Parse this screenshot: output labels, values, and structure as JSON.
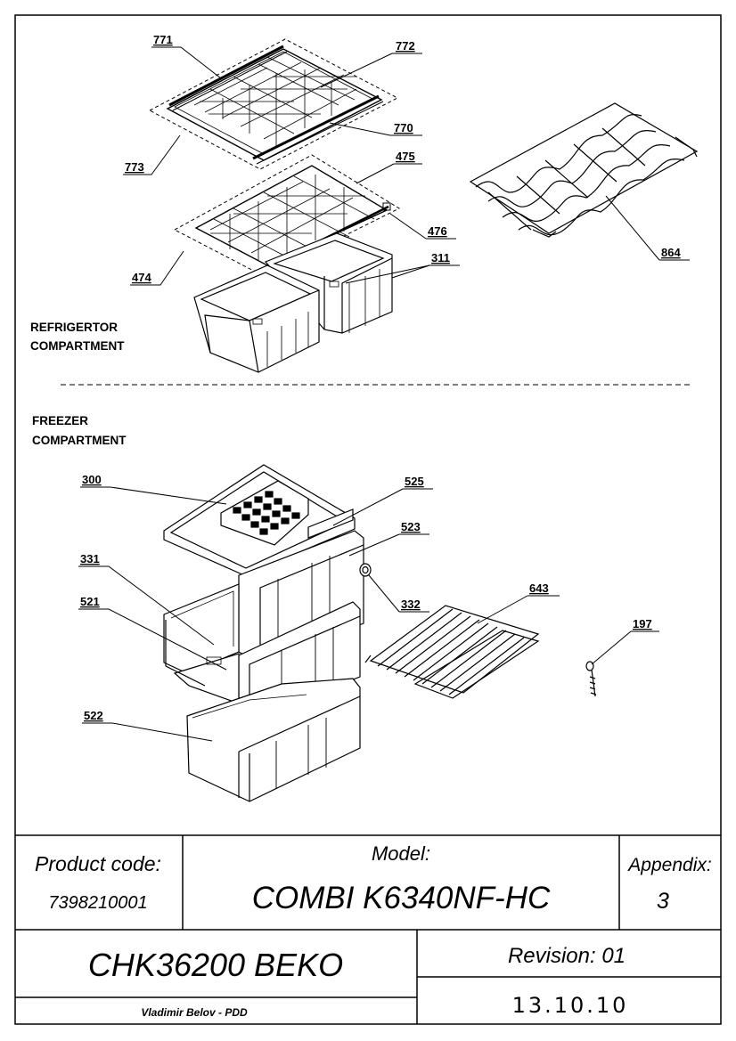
{
  "diagram": {
    "refrigerator_section": "REFRIGERTOR COMPARTMENT",
    "refrigerator_section_lines": [
      "REFRIGERTOR",
      "COMPARTMENT"
    ],
    "freezer_section_lines": [
      "FREEZER",
      "COMPARTMENT"
    ],
    "part_labels": {
      "p771": "771",
      "p772": "772",
      "p770": "770",
      "p773": "773",
      "p475": "475",
      "p476": "476",
      "p474": "474",
      "p311": "311",
      "p864": "864",
      "p300": "300",
      "p525": "525",
      "p523": "523",
      "p331": "331",
      "p332": "332",
      "p521": "521",
      "p643": "643",
      "p197": "197",
      "p522": "522"
    }
  },
  "title_block": {
    "product_code_label": "Product code:",
    "product_code": "7398210001",
    "model_label": "Model:",
    "model": "COMBI K6340NF-HC",
    "appendix_label": "Appendix:",
    "appendix": "3",
    "part_list": "CHK36200 BEKO",
    "revision": "Revision: 01",
    "author": "Vladimir Belov - PDD",
    "date": "13.10.10"
  }
}
